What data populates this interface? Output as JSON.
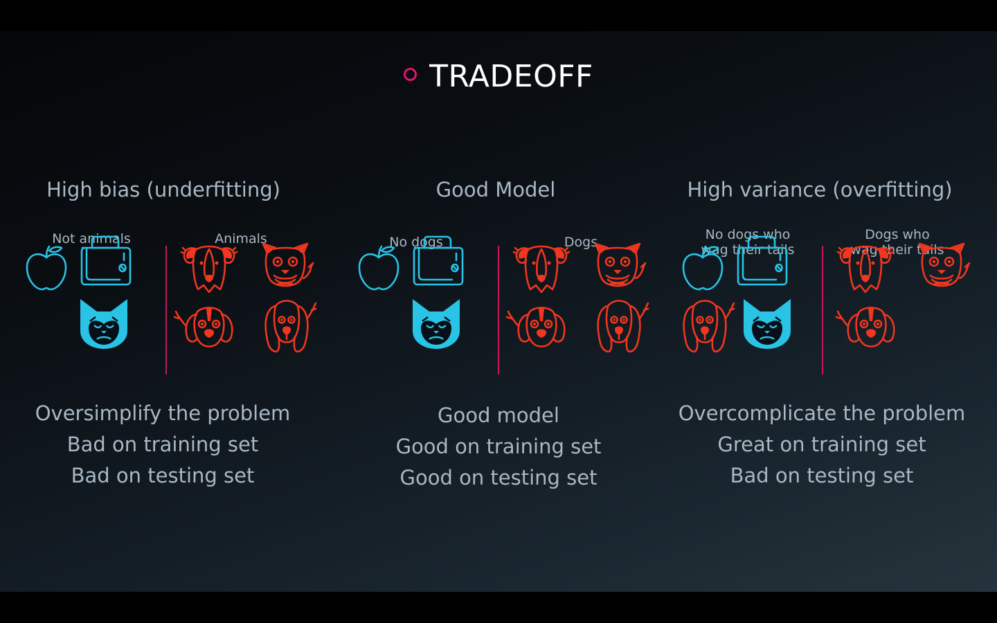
{
  "title": "TRADEOFF",
  "accent_color": "#e9126f",
  "icon_colors": {
    "non_dog": "#29c3e6",
    "dog": "#f2361f"
  },
  "columns": [
    {
      "heading": "High bias (underfitting)",
      "left_label": "Not animals",
      "right_label": "Animals",
      "left_icons": [
        "apple-icon",
        "toaster-icon",
        "grumpy-cat-icon"
      ],
      "right_icons": [
        "dog-floppy-ears-icon",
        "terrier-icon",
        "beagle-icon",
        "spaniel-icon"
      ],
      "lines": [
        "Oversimplify the problem",
        "Bad on training set",
        "Bad on testing set"
      ]
    },
    {
      "heading": "Good Model",
      "left_label": "No dogs",
      "right_label": "Dogs",
      "left_icons": [
        "apple-icon",
        "toaster-icon",
        "grumpy-cat-icon"
      ],
      "right_icons": [
        "dog-floppy-ears-icon",
        "terrier-icon",
        "beagle-icon",
        "spaniel-icon"
      ],
      "lines": [
        "Good model",
        "Good on training set",
        "Good on testing set"
      ]
    },
    {
      "heading": "High variance (overfitting)",
      "left_label": "No dogs who\nwag their tails",
      "right_label": "Dogs who\nwag their tails",
      "left_icons": [
        "apple-icon",
        "toaster-icon",
        "spaniel-icon",
        "grumpy-cat-icon"
      ],
      "right_icons": [
        "dog-floppy-ears-icon",
        "terrier-icon",
        "beagle-icon"
      ],
      "lines": [
        "Overcomplicate the problem",
        "Great on training set",
        "Bad on testing set"
      ]
    }
  ]
}
